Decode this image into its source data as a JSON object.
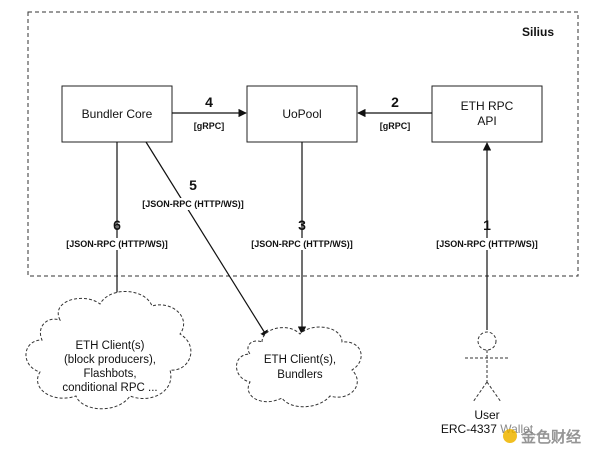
{
  "system_label": "Silius",
  "nodes": {
    "bundler_core": "Bundler Core",
    "uopool": "UoPool",
    "eth_rpc_api": [
      "ETH RPC",
      "API"
    ]
  },
  "edges": {
    "e4": {
      "number": "4",
      "label": "[gRPC]"
    },
    "e2": {
      "number": "2",
      "label": "[gRPC]"
    },
    "e5": {
      "number": "5",
      "label": "[JSON-RPC (HTTP/WS)]"
    },
    "e6": {
      "number": "6",
      "label": "[JSON-RPC (HTTP/WS)]"
    },
    "e3": {
      "number": "3",
      "label": "[JSON-RPC (HTTP/WS)]"
    },
    "e1": {
      "number": "1",
      "label": "[JSON-RPC (HTTP/WS)]"
    }
  },
  "clouds": {
    "left": [
      "ETH Client(s)",
      "(block producers),",
      "Flashbots,",
      "conditional RPC ..."
    ],
    "middle": [
      "ETH Client(s),",
      "Bundlers"
    ]
  },
  "user": {
    "line1": "User",
    "line2": "ERC-4337 Wallet"
  },
  "watermark": {
    "text": "金色财经",
    "color": "#f0b90b"
  }
}
